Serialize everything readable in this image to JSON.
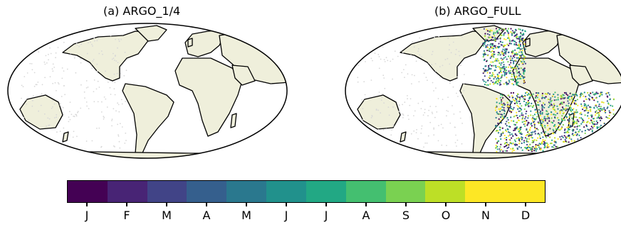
{
  "panels": [
    {
      "title": "(a) ARGO_1/4"
    },
    {
      "title": "(b) ARGO_FULL"
    }
  ],
  "colorbar": {
    "labels": [
      "J",
      "F",
      "M",
      "A",
      "M",
      "J",
      "J",
      "A",
      "S",
      "O",
      "N",
      "D"
    ],
    "colors": [
      "#440154",
      "#482475",
      "#414487",
      "#355f8d",
      "#2a788e",
      "#21918c",
      "#22a884",
      "#44bf70",
      "#7ad151",
      "#bddf26",
      "#fde725",
      "#fde725"
    ]
  },
  "style": {
    "land": "#efefdb",
    "ocean": "#ffffff",
    "coast": "#000000"
  }
}
